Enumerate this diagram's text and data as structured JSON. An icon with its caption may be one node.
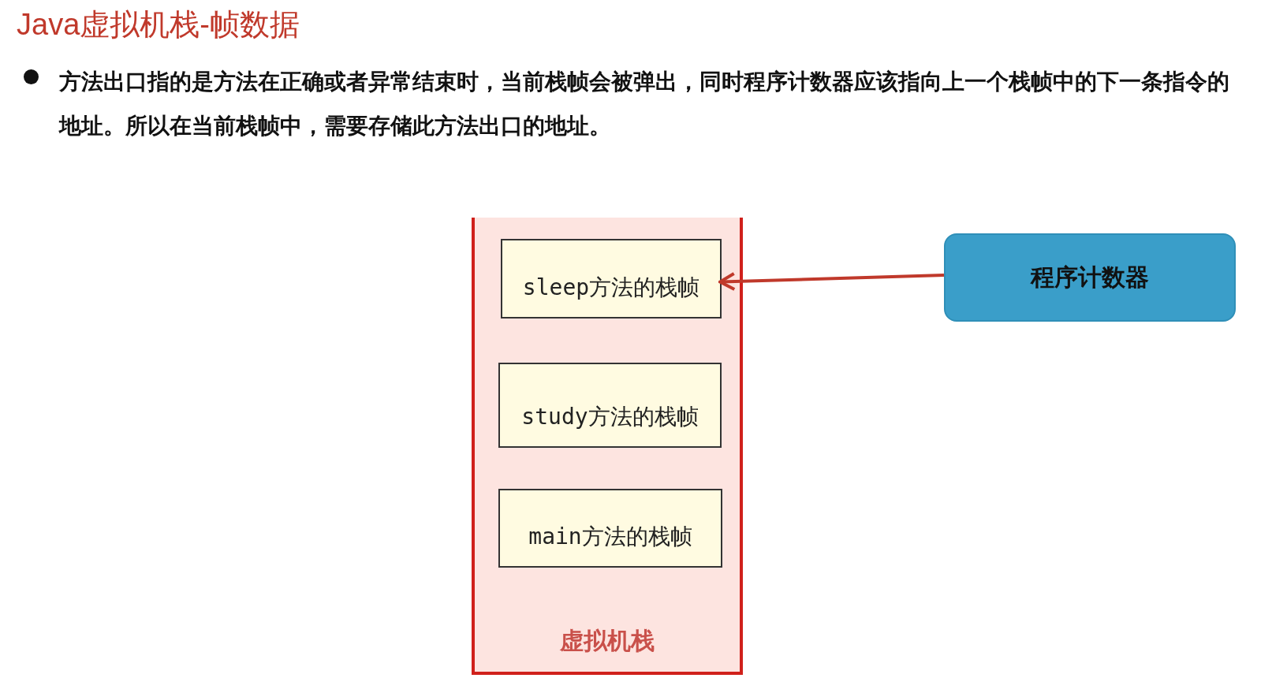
{
  "diagram": {
    "title": "Java虚拟机栈-帧数据",
    "nodes": [
      {
        "text": [
          "虚拟机栈"
        ]
      },
      {
        "text": [
          "sleep方法的栈帧"
        ],
        "in": 0
      },
      {
        "text": [
          "study方法的栈帧"
        ],
        "in": 0
      },
      {
        "text": [
          "main方法的栈帧"
        ],
        "in": 0
      },
      {
        "text": [
          "程序计数器"
        ]
      }
    ],
    "edges": [
      {
        "from": 4,
        "to": 1,
        "arrow": "to",
        "color": "#c0392b"
      }
    ],
    "labels": [
      "方法出口指的是方法在正确或者异常结束时，当前栈帧会被弹出，同时程序计数器应该指向上一个栈帧中的下一条指令的地址。所以在当前栈帧中，需要存储此方法出口的地址。"
    ]
  }
}
